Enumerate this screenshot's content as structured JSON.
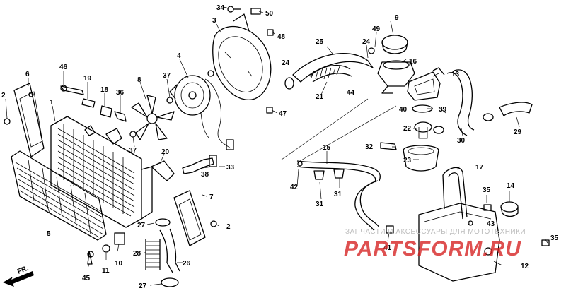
{
  "diagram": {
    "callouts": [
      {
        "id": "c34",
        "text": "34"
      },
      {
        "id": "c50",
        "text": "50"
      },
      {
        "id": "c3",
        "text": "3"
      },
      {
        "id": "c48",
        "text": "48"
      },
      {
        "id": "c9",
        "text": "9"
      },
      {
        "id": "c25",
        "text": "25"
      },
      {
        "id": "c49",
        "text": "49"
      },
      {
        "id": "c24a",
        "text": "24"
      },
      {
        "id": "c24b",
        "text": "24"
      },
      {
        "id": "c16",
        "text": "16"
      },
      {
        "id": "c13",
        "text": "13"
      },
      {
        "id": "c21",
        "text": "21"
      },
      {
        "id": "c44",
        "text": "44"
      },
      {
        "id": "c40",
        "text": "40"
      },
      {
        "id": "c39",
        "text": "39"
      },
      {
        "id": "c30",
        "text": "30"
      },
      {
        "id": "c29",
        "text": "29"
      },
      {
        "id": "c47",
        "text": "47"
      },
      {
        "id": "c22",
        "text": "22"
      },
      {
        "id": "c32",
        "text": "32"
      },
      {
        "id": "c23",
        "text": "23"
      },
      {
        "id": "c15",
        "text": "15"
      },
      {
        "id": "c17",
        "text": "17"
      },
      {
        "id": "c42",
        "text": "42"
      },
      {
        "id": "c31a",
        "text": "31"
      },
      {
        "id": "c31b",
        "text": "31"
      },
      {
        "id": "c35a",
        "text": "35"
      },
      {
        "id": "c14",
        "text": "14"
      },
      {
        "id": "c43",
        "text": "43"
      },
      {
        "id": "c35b",
        "text": "35"
      },
      {
        "id": "c41",
        "text": "41"
      },
      {
        "id": "c12",
        "text": "12"
      },
      {
        "id": "c6",
        "text": "6"
      },
      {
        "id": "c46",
        "text": "46"
      },
      {
        "id": "c19",
        "text": "19"
      },
      {
        "id": "c18",
        "text": "18"
      },
      {
        "id": "c36",
        "text": "36"
      },
      {
        "id": "c8",
        "text": "8"
      },
      {
        "id": "c4",
        "text": "4"
      },
      {
        "id": "c37a",
        "text": "37"
      },
      {
        "id": "c37b",
        "text": "37"
      },
      {
        "id": "c2a",
        "text": "2"
      },
      {
        "id": "c1",
        "text": "1"
      },
      {
        "id": "c20",
        "text": "20"
      },
      {
        "id": "c38",
        "text": "38"
      },
      {
        "id": "c33",
        "text": "33"
      },
      {
        "id": "c7",
        "text": "7"
      },
      {
        "id": "c27a",
        "text": "27"
      },
      {
        "id": "c2b",
        "text": "2"
      },
      {
        "id": "c5",
        "text": "5"
      },
      {
        "id": "c28",
        "text": "28"
      },
      {
        "id": "c26",
        "text": "26"
      },
      {
        "id": "c45",
        "text": "45"
      },
      {
        "id": "c11",
        "text": "11"
      },
      {
        "id": "c10",
        "text": "10"
      },
      {
        "id": "c27b",
        "text": "27"
      }
    ],
    "direction_label": "FR.",
    "watermark": {
      "subtitle": "ЗАПЧАСТИ И АКСЕССУАРЫ ДЛЯ МОТОТЕХНИКИ",
      "brand": "PARTSFORM.RU",
      "color_accent": "#d62020"
    }
  }
}
